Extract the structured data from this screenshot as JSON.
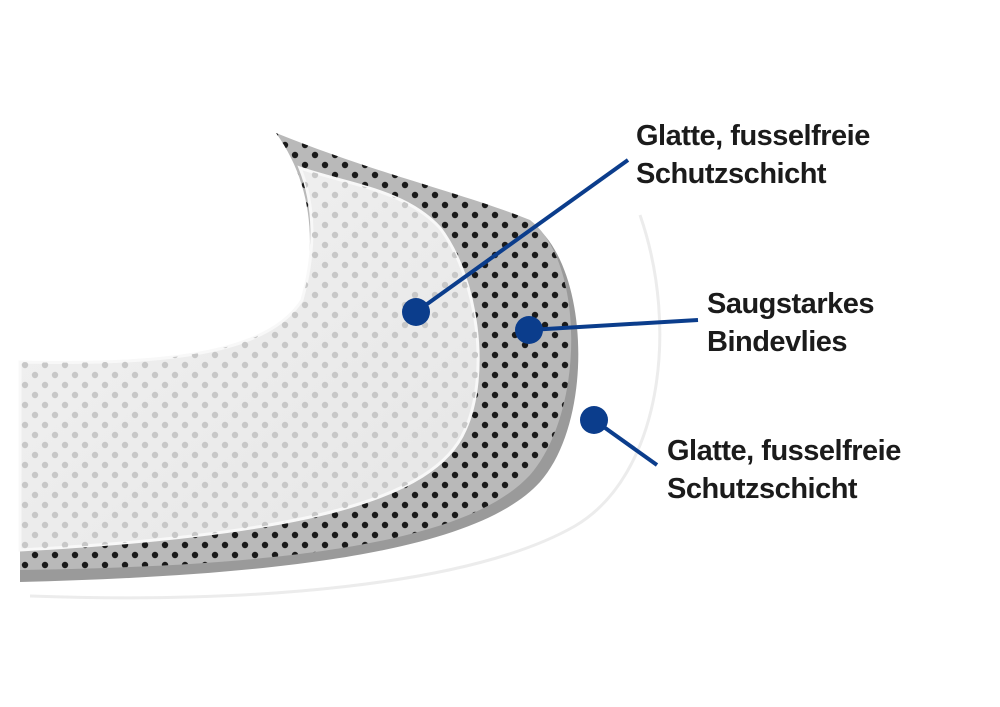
{
  "colors": {
    "accent": "#0b3d8c",
    "outer_layer": "#bdbdbd",
    "outer_layer_edge": "#9a9a9a",
    "inner_layer": "#ececec",
    "text": "#1b1b1b"
  },
  "callouts": [
    {
      "id": "top",
      "line1": "Glatte, fusselfreie",
      "line2": "Schutzschicht"
    },
    {
      "id": "middle",
      "line1": "Saugstarkes",
      "line2": "Bindevlies"
    },
    {
      "id": "bottom",
      "line1": "Glatte, fusselfreie",
      "line2": "Schutzschicht"
    }
  ]
}
